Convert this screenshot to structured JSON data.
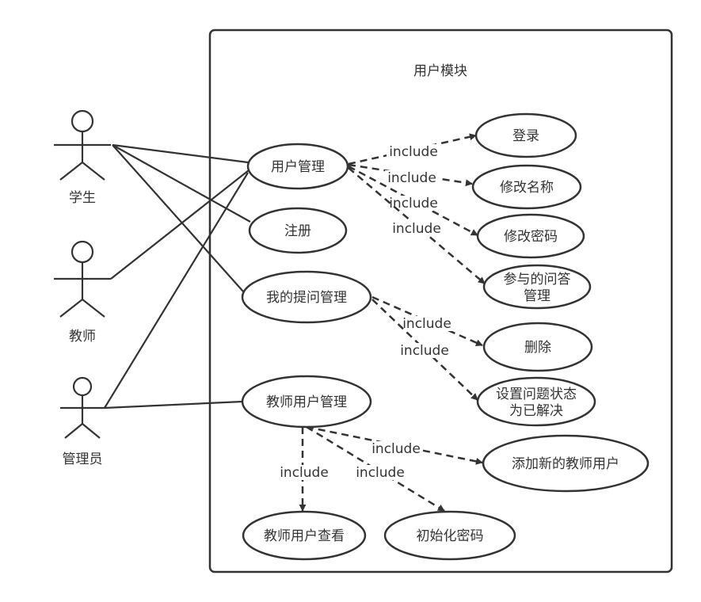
{
  "system": {
    "title": "用户模块"
  },
  "colors": {
    "stroke": "#333333",
    "background": "#ffffff",
    "text": "#333333"
  },
  "actors": [
    {
      "id": "student",
      "label": "学生"
    },
    {
      "id": "teacher",
      "label": "教师"
    },
    {
      "id": "admin",
      "label": "管理员"
    }
  ],
  "use_cases": [
    {
      "id": "user_mgmt",
      "label": "用户管理"
    },
    {
      "id": "register",
      "label": "注册"
    },
    {
      "id": "my_questions",
      "label": "我的提问管理"
    },
    {
      "id": "teacher_mgmt",
      "label": "教师用户管理"
    },
    {
      "id": "login",
      "label": "登录"
    },
    {
      "id": "rename",
      "label": "修改名称"
    },
    {
      "id": "change_pwd",
      "label": "修改密码"
    },
    {
      "id": "answers_mgmt",
      "label": "参与的问答管理"
    },
    {
      "id": "delete",
      "label": "删除"
    },
    {
      "id": "set_resolved",
      "label": "设置问题状态为已解决"
    },
    {
      "id": "add_teacher",
      "label": "添加新的教师用户"
    },
    {
      "id": "view_teacher",
      "label": "教师用户查看"
    },
    {
      "id": "init_pwd",
      "label": "初始化密码"
    }
  ],
  "associations": [
    {
      "actor": "student",
      "use_case": "user_mgmt"
    },
    {
      "actor": "student",
      "use_case": "register"
    },
    {
      "actor": "student",
      "use_case": "my_questions"
    },
    {
      "actor": "teacher",
      "use_case": "user_mgmt"
    },
    {
      "actor": "admin",
      "use_case": "user_mgmt"
    },
    {
      "actor": "admin",
      "use_case": "teacher_mgmt"
    }
  ],
  "includes": [
    {
      "from": "user_mgmt",
      "to": "login",
      "label": "include"
    },
    {
      "from": "user_mgmt",
      "to": "rename",
      "label": "include"
    },
    {
      "from": "user_mgmt",
      "to": "change_pwd",
      "label": "include"
    },
    {
      "from": "user_mgmt",
      "to": "answers_mgmt",
      "label": "include"
    },
    {
      "from": "my_questions",
      "to": "delete",
      "label": "include"
    },
    {
      "from": "my_questions",
      "to": "set_resolved",
      "label": "include"
    },
    {
      "from": "teacher_mgmt",
      "to": "add_teacher",
      "label": "include"
    },
    {
      "from": "teacher_mgmt",
      "to": "view_teacher",
      "label": "include"
    },
    {
      "from": "teacher_mgmt",
      "to": "init_pwd",
      "label": "include"
    }
  ]
}
